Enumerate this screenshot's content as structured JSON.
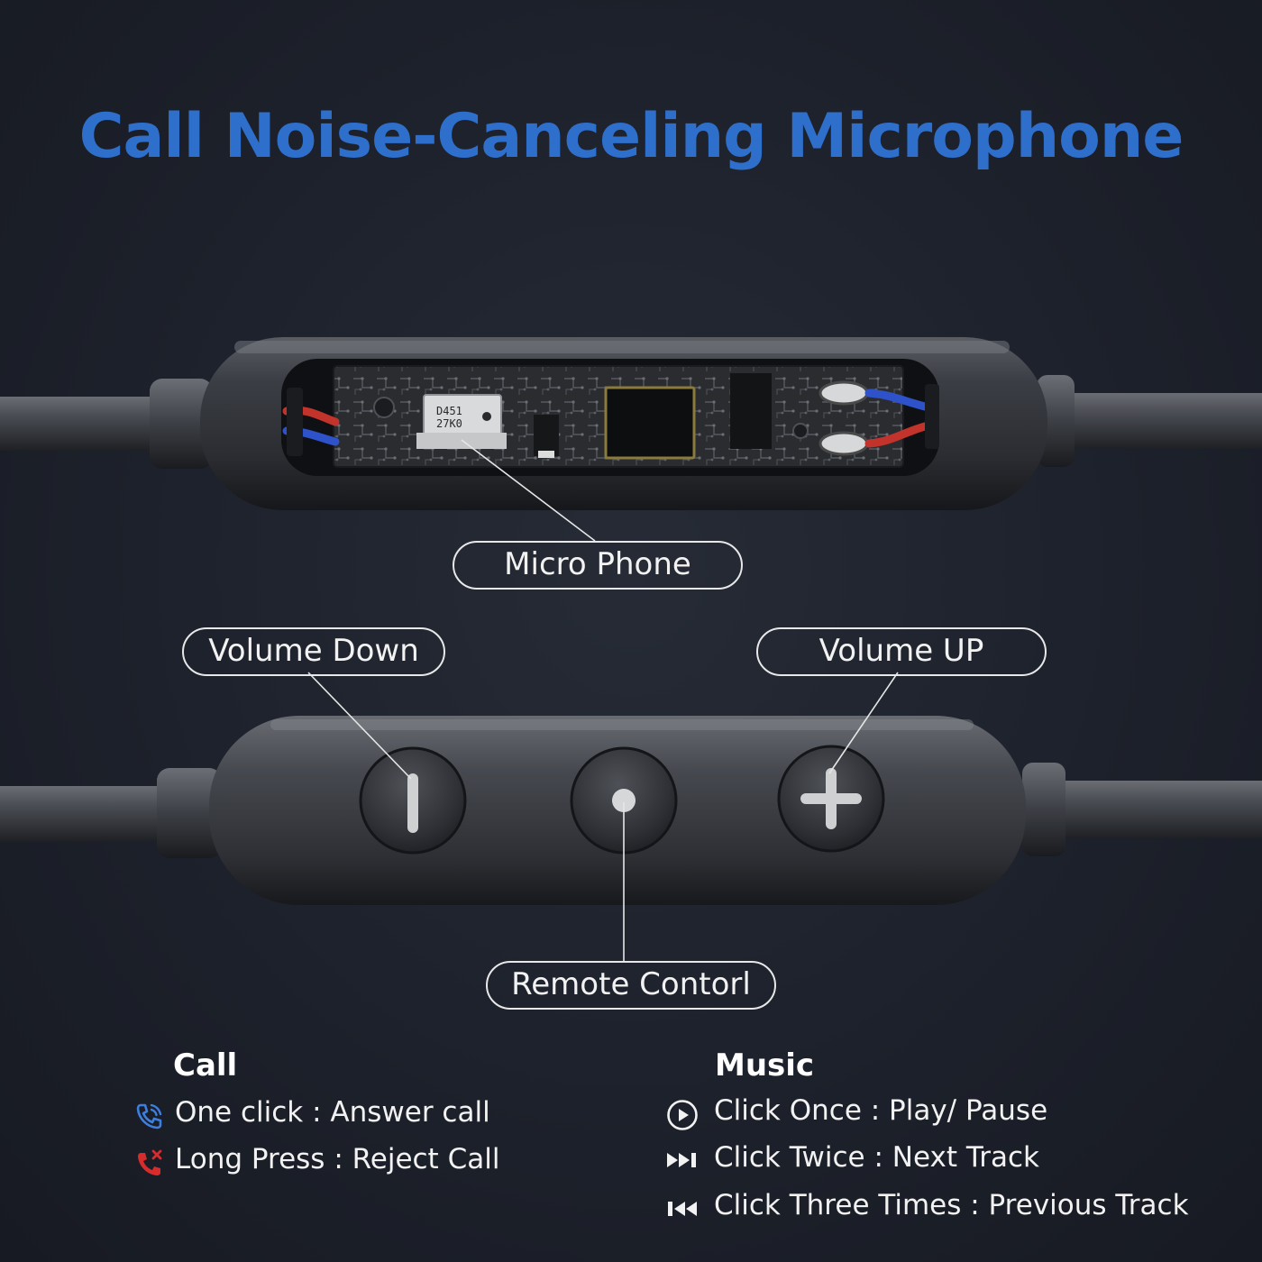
{
  "title": "Call Noise-Canceling Microphone",
  "chip_marking": [
    "D451",
    "27K0"
  ],
  "labels": {
    "microphone": "Micro Phone",
    "volume_down": "Volume Down",
    "volume_up": "Volume UP",
    "remote_control": "Remote Contorl"
  },
  "call": {
    "heading": "Call",
    "items": [
      {
        "icon": "phone-answer-icon",
        "text": "One click : Answer call"
      },
      {
        "icon": "phone-reject-icon",
        "text": "Long Press : Reject Call"
      }
    ]
  },
  "music": {
    "heading": "Music",
    "items": [
      {
        "icon": "play-circle-icon",
        "text": "Click Once : Play/ Pause"
      },
      {
        "icon": "next-track-icon",
        "text": "Click Twice : Next Track"
      },
      {
        "icon": "previous-track-icon",
        "text": "Click Three Times : Previous Track"
      }
    ]
  },
  "colors": {
    "title": "#2f6fcc",
    "background": "#1c2029",
    "answer_icon": "#3d7fe0",
    "reject_icon": "#d62c2c"
  }
}
